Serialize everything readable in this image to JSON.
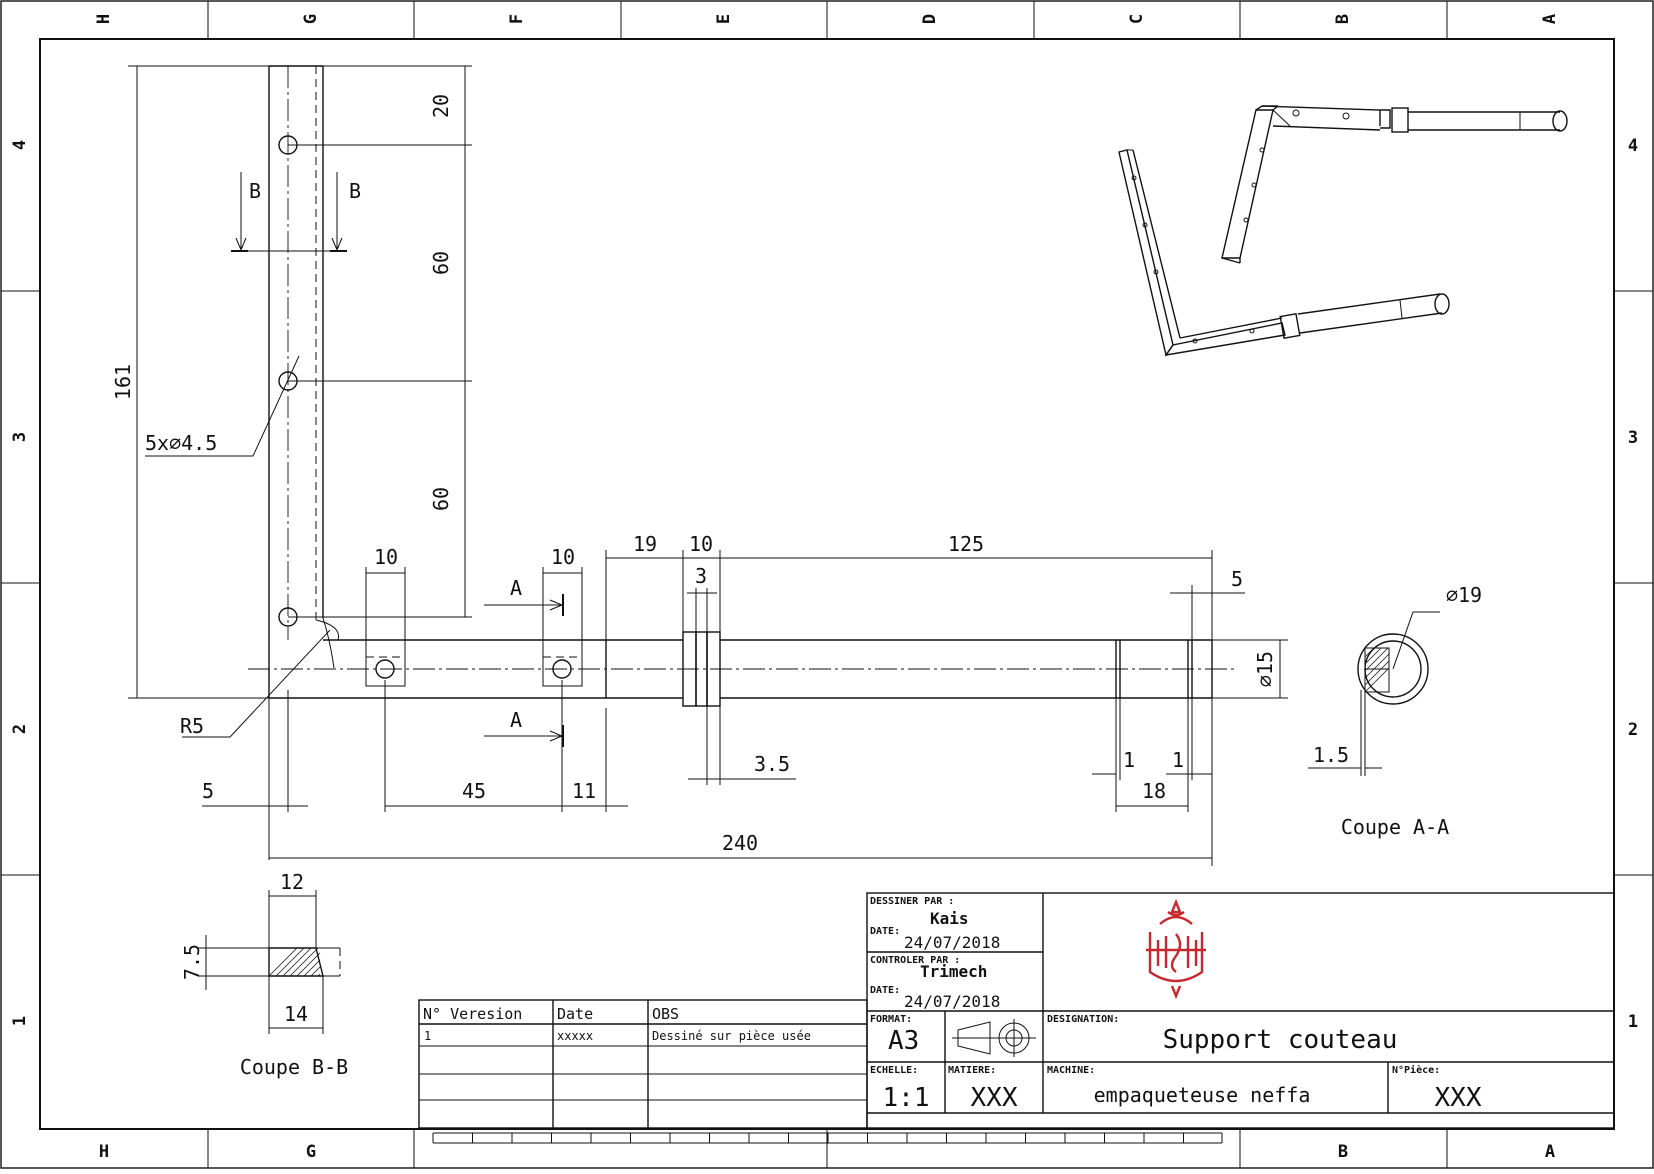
{
  "frame": {
    "columns_top": [
      "H",
      "G",
      "F",
      "E",
      "D",
      "C",
      "B",
      "A"
    ],
    "columns_bottom": [
      "H",
      "G",
      "B",
      "A"
    ],
    "rows": [
      "4",
      "3",
      "2",
      "1"
    ]
  },
  "dimensions": {
    "d20": "20",
    "d60a": "60",
    "d60b": "60",
    "d161": "161",
    "holes": "5x∅4.5",
    "d10a": "10",
    "d10b": "10",
    "d19": "19",
    "d10c": "10",
    "d3": "3",
    "d125": "125",
    "d5top": "5",
    "dia15": "∅15",
    "r5": "R5",
    "d5left": "5",
    "d45": "45",
    "d11": "11",
    "d3_5": "3.5",
    "d1a": "1",
    "d1b": "1",
    "d18": "18",
    "d240": "240",
    "d12": "12",
    "d7_5": "7.5",
    "d14": "14",
    "dia19": "∅19",
    "d1_5": "1.5"
  },
  "section_marks": {
    "b_left": "B",
    "b_right": "B",
    "a_top": "A",
    "a_bottom": "A"
  },
  "section_titles": {
    "aa": "Coupe A-A",
    "bb": "Coupe B-B"
  },
  "title_block": {
    "drawn_by_label": "DESSINER PAR :",
    "drawn_by": "Kais",
    "date_label_1": "DATE:",
    "date_1": "24/07/2018",
    "checked_by_label": "CONTROLER PAR :",
    "checked_by": "Trimech",
    "date_label_2": "DATE:",
    "date_2": "24/07/2018",
    "format_label": "FORMAT:",
    "format": "A3",
    "designation_label": "DESIGNATION:",
    "designation": "Support couteau",
    "scale_label": "ECHELLE:",
    "scale": "1:1",
    "material_label": "MATIERE:",
    "material": "XXX",
    "machine_label": "MACHINE:",
    "machine": "empaqueteuse neffa",
    "part_no_label": "N°Pièce:",
    "part_no": "XXX"
  },
  "revision_table": {
    "headers": [
      "N° Veresion",
      "Date",
      "OBS"
    ],
    "rows": [
      [
        "1",
        "xxxxx",
        "Dessiné sur pièce usée"
      ]
    ]
  },
  "colors": {
    "ink": "#111111",
    "logo": "#c8282d",
    "paper": "#ffffff"
  }
}
